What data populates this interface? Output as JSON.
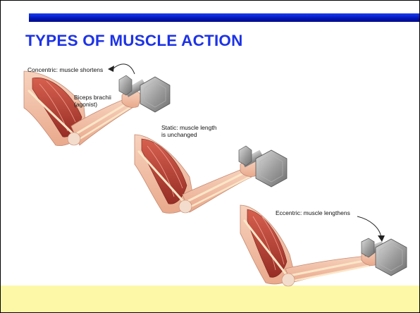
{
  "slide": {
    "title": "TYPES OF MUSCLE ACTION",
    "accent_bar_color": "#0a24d6",
    "title_color": "#1d33e6",
    "footer_color": "#fdf8a8"
  },
  "illustration": {
    "panels": [
      {
        "label_lines": [
          "Concentric: muscle shortens"
        ],
        "sub_label_lines": [
          "Biceps brachii",
          "(agonist)"
        ],
        "weight_icon": "dumbbell-icon"
      },
      {
        "label_lines": [
          "Static: muscle length",
          "is unchanged"
        ],
        "weight_icon": "dumbbell-icon"
      },
      {
        "label_lines": [
          "Eccentric: muscle lengthens"
        ],
        "weight_icon": "dumbbell-icon"
      }
    ]
  }
}
